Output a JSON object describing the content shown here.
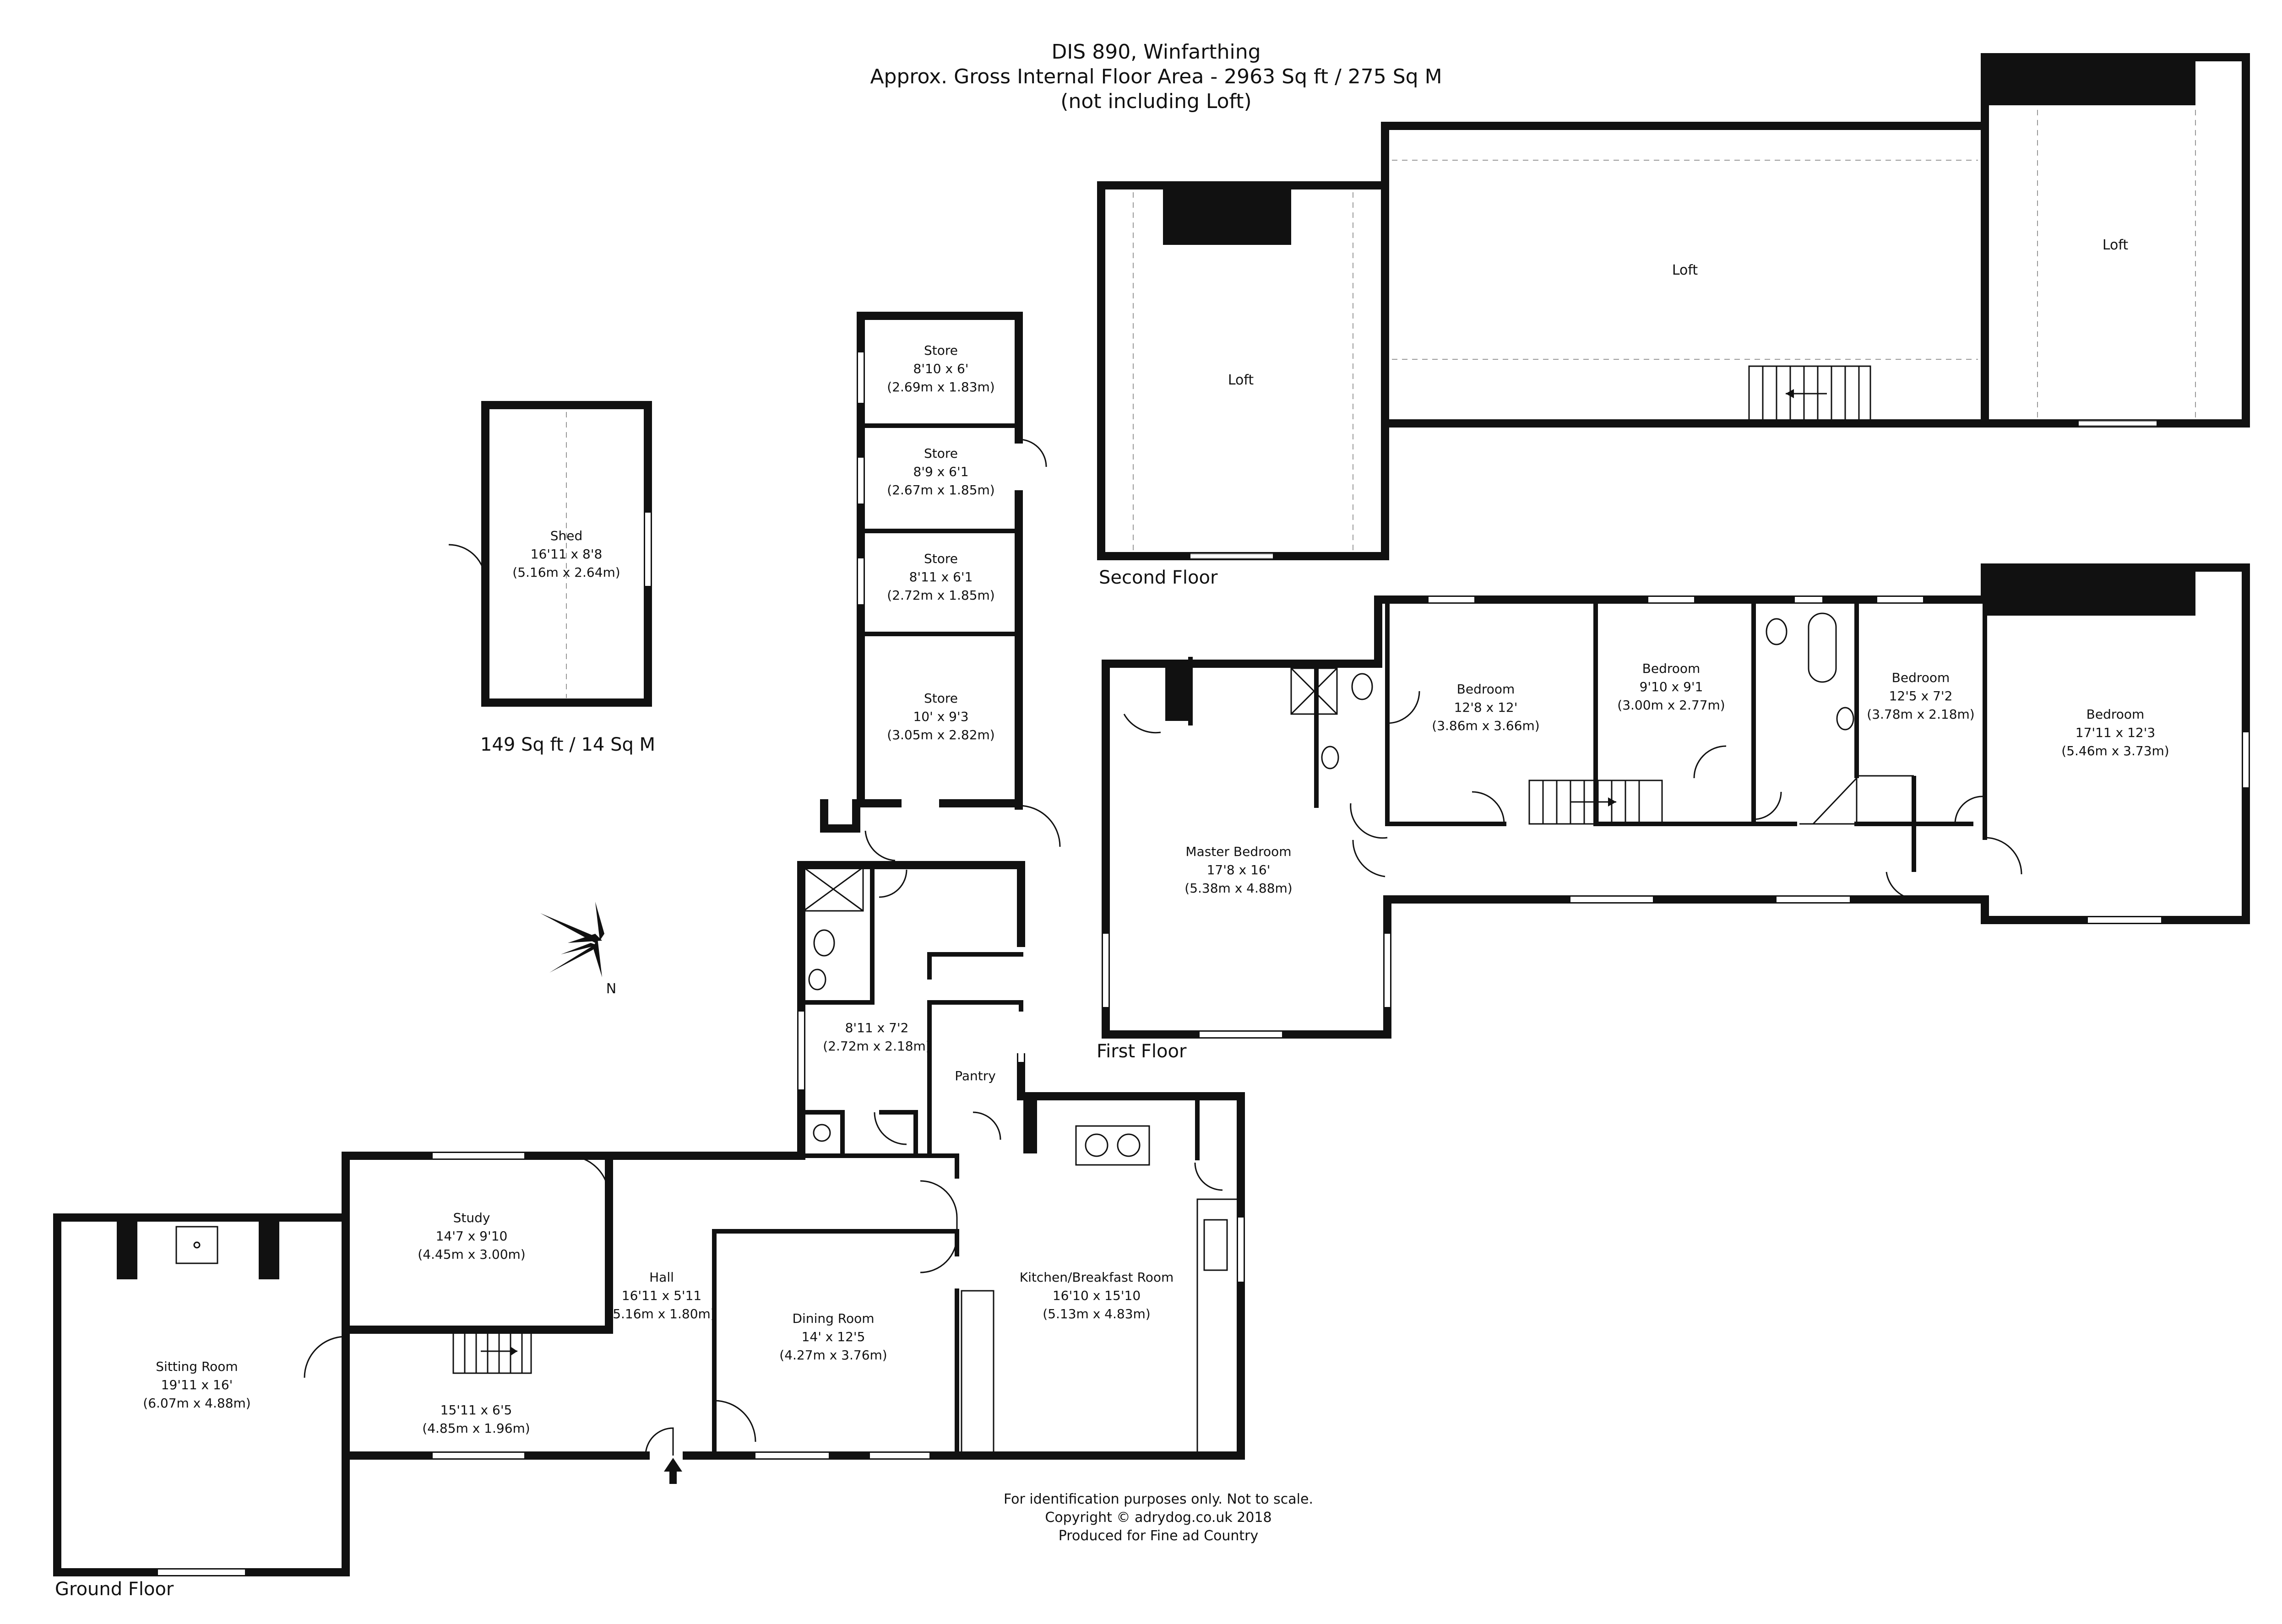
{
  "header": {
    "line1": "DIS 890, Winfarthing",
    "line2": "Approx. Gross Internal Floor Area - 2963 Sq ft / 275 Sq M",
    "line3": "(not including Loft)"
  },
  "floors": {
    "ground": "Ground Floor",
    "first": "First Floor",
    "second": "Second Floor"
  },
  "rooms": {
    "sitting": {
      "name": "Sitting Room",
      "imperial": "19'11 x 16'",
      "metric": "(6.07m x 4.88m)"
    },
    "study": {
      "name": "Study",
      "imperial": "14'7 x 9'10",
      "metric": "(4.45m x 3.00m)"
    },
    "passage": {
      "imperial": "15'11 x 6'5",
      "metric": "(4.85m x 1.96m)"
    },
    "hall": {
      "name": "Hall",
      "imperial": "16'11 x 5'11",
      "metric": "(5.16m x 1.80m)"
    },
    "dining": {
      "name": "Dining Room",
      "imperial": "14' x 12'5",
      "metric": "(4.27m x 3.76m)"
    },
    "kitchen": {
      "name": "Kitchen/Breakfast Room",
      "imperial": "16'10 x 15'10",
      "metric": "(5.13m x 4.83m)"
    },
    "pantry": {
      "name": "Pantry"
    },
    "utility": {
      "imperial": "8'11 x 7'2",
      "metric": "(2.72m x 2.18m)"
    },
    "store1": {
      "name": "Store",
      "imperial": "8'10 x 6'",
      "metric": "(2.69m x 1.83m)"
    },
    "store2": {
      "name": "Store",
      "imperial": "8'9 x 6'1",
      "metric": "(2.67m x 1.85m)"
    },
    "store3": {
      "name": "Store",
      "imperial": "8'11 x 6'1",
      "metric": "(2.72m x 1.85m)"
    },
    "store4": {
      "name": "Store",
      "imperial": "10' x 9'3",
      "metric": "(3.05m x 2.82m)"
    },
    "shed": {
      "name": "Shed",
      "imperial": "16'11 x 8'8",
      "metric": "(5.16m x 2.64m)"
    },
    "master": {
      "name": "Master Bedroom",
      "imperial": "17'8 x 16'",
      "metric": "(5.38m x 4.88m)"
    },
    "bed1": {
      "name": "Bedroom",
      "imperial": "12'8 x 12'",
      "metric": "(3.86m x 3.66m)"
    },
    "bed2": {
      "name": "Bedroom",
      "imperial": "9'10 x 9'1",
      "metric": "(3.00m x 2.77m)"
    },
    "bed3": {
      "name": "Bedroom",
      "imperial": "12'5 x 7'2",
      "metric": "(3.78m x 2.18m)"
    },
    "bed4": {
      "name": "Bedroom",
      "imperial": "17'11 x 12'3",
      "metric": "(5.46m x 3.73m)"
    },
    "loft1": {
      "name": "Loft"
    },
    "loft2": {
      "name": "Loft"
    },
    "loft3": {
      "name": "Loft"
    }
  },
  "shed_area": "149 Sq ft / 14 Sq M",
  "compass": {
    "letter": "N"
  },
  "footer": {
    "line1": "For identification purposes only. Not to scale.",
    "line2": "Copyright © adrydog.co.uk 2018",
    "line3": "Produced for Fine ad Country"
  }
}
